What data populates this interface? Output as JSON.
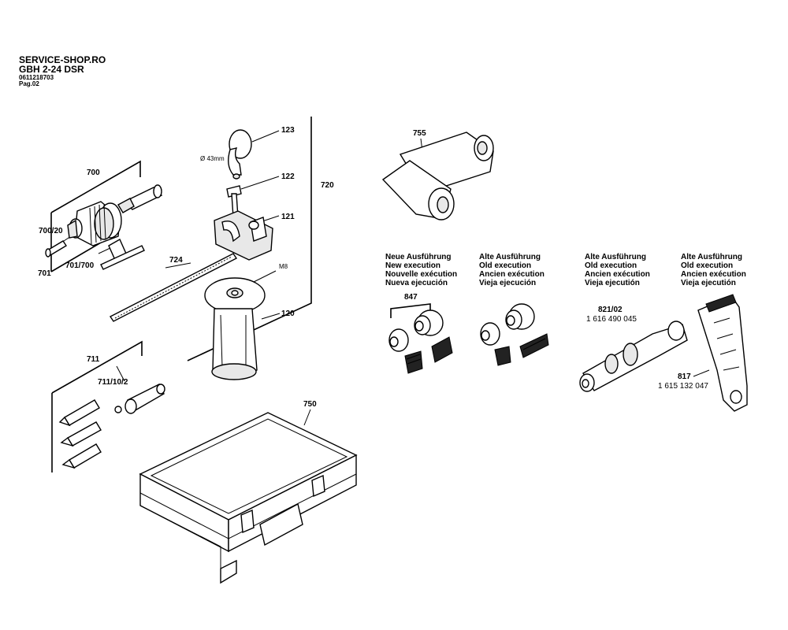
{
  "header": {
    "site": "SERVICE-SHOP.RO",
    "model": "GBH 2-24 DSR",
    "part_number": "0611218703",
    "page": "Pag.02"
  },
  "callouts": {
    "c700": "700",
    "c700_20": "700/20",
    "c701_700": "701/700",
    "c701": "701",
    "c724": "724",
    "c123": "123",
    "c122": "122",
    "c121": "121",
    "c120": "120",
    "c720": "720",
    "dia43": "Ø 43mm",
    "m8": "M8",
    "c755": "755",
    "c711": "711",
    "c711_10_2": "711/10/2",
    "c750": "750",
    "c847": "847",
    "c821_02": "821/02",
    "c821_02_no": "1 616 490 045",
    "c817": "817",
    "c817_no": "1 615 132 047"
  },
  "notes": {
    "new_execution": [
      "Neue Ausführung",
      "New execution",
      "Nouvelle exécution",
      "Nueva ejecución"
    ],
    "old_execution_a": [
      "Alte Ausführung",
      "Old execution",
      "Ancien exécution",
      "Vieja ejecución"
    ],
    "old_execution_b": [
      "Alte Ausführung",
      "Old execution",
      "Ancien exécution",
      "Vieja ejecutión"
    ],
    "old_execution_c": [
      "Alte Ausführung",
      "Old execution",
      "Ancien exécution",
      "Vieja ejecutión"
    ]
  }
}
